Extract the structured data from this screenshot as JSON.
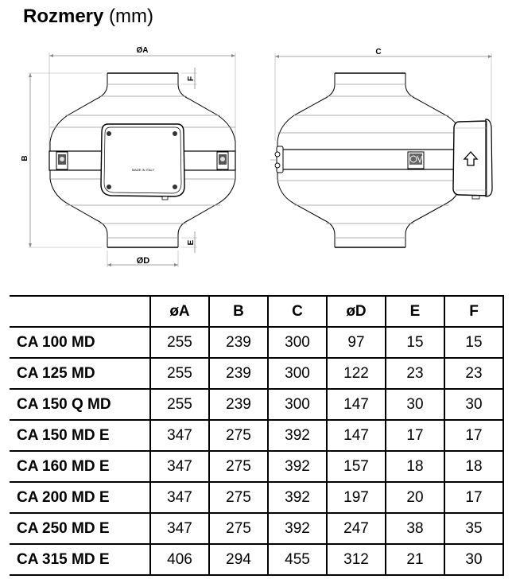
{
  "title": {
    "main": "Rozmery",
    "unit": "(mm)"
  },
  "drawing": {
    "front_view": {
      "dimension_labels": {
        "A": "ØA",
        "B": "B",
        "D": "ØD",
        "E": "E",
        "F": "F"
      },
      "cover_text": "MADE IN ITALY"
    },
    "side_view": {
      "dimension_labels": {
        "C": "C"
      }
    }
  },
  "table": {
    "headers": [
      "",
      "øA",
      "B",
      "C",
      "øD",
      "E",
      "F"
    ],
    "rows": [
      {
        "model": "CA 100 MD",
        "values": [
          "255",
          "239",
          "300",
          "97",
          "15",
          "15"
        ]
      },
      {
        "model": "CA 125 MD",
        "values": [
          "255",
          "239",
          "300",
          "122",
          "23",
          "23"
        ]
      },
      {
        "model": "CA 150 Q MD",
        "values": [
          "255",
          "239",
          "300",
          "147",
          "30",
          "30"
        ]
      },
      {
        "model": "CA 150 MD E",
        "values": [
          "347",
          "275",
          "392",
          "147",
          "17",
          "17"
        ]
      },
      {
        "model": "CA 160 MD E",
        "values": [
          "347",
          "275",
          "392",
          "157",
          "18",
          "18"
        ]
      },
      {
        "model": "CA 200 MD E",
        "values": [
          "347",
          "275",
          "392",
          "197",
          "20",
          "17"
        ]
      },
      {
        "model": "CA 250 MD E",
        "values": [
          "347",
          "275",
          "392",
          "247",
          "38",
          "35"
        ]
      },
      {
        "model": "CA 315 MD E",
        "values": [
          "406",
          "294",
          "455",
          "312",
          "21",
          "30"
        ]
      }
    ]
  }
}
